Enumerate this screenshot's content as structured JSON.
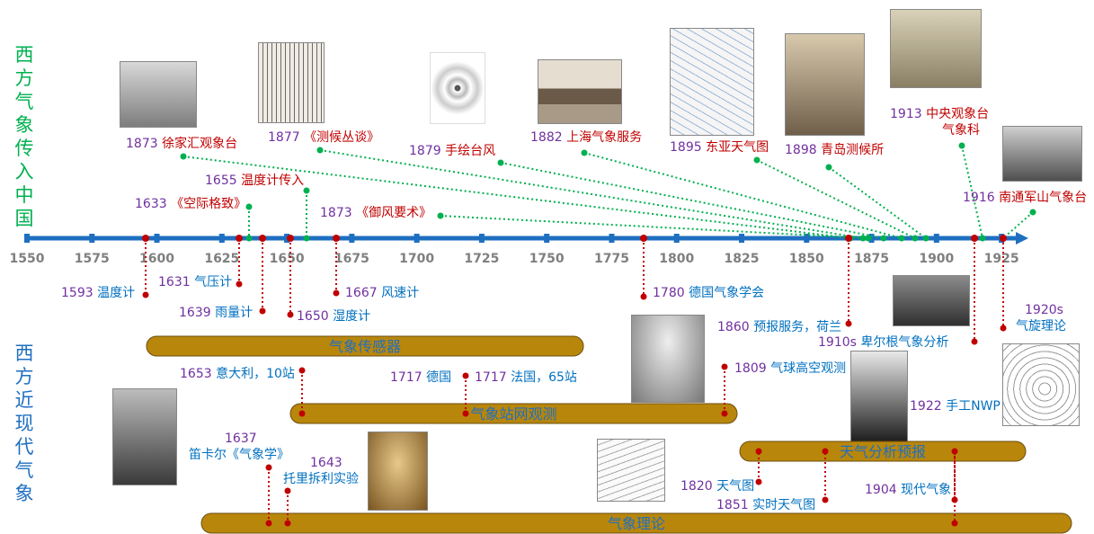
{
  "side_titles": {
    "top": "西方气象传入中国",
    "bottom": "西方近现代气象"
  },
  "axis": {
    "min": 1550,
    "max": 1930,
    "ticks": [
      1550,
      1575,
      1600,
      1625,
      1650,
      1675,
      1700,
      1725,
      1750,
      1775,
      1800,
      1825,
      1850,
      1875,
      1900,
      1925
    ],
    "color": "#1f6fc1"
  },
  "top_events": [
    {
      "year": "1873",
      "text": "徐家汇观象台"
    },
    {
      "year": "1877",
      "text": "《测候丛谈》"
    },
    {
      "year": "1879",
      "text": "手绘台风"
    },
    {
      "year": "1882",
      "text": "上海气象服务"
    },
    {
      "year": "1895",
      "text": "东亚天气图"
    },
    {
      "year": "1898",
      "text": "青岛测候所"
    },
    {
      "year": "1913",
      "text": "中央观象台\n气象科"
    },
    {
      "year": "1916",
      "text": "南通军山气象台"
    },
    {
      "year": "1633",
      "text": "《空际格致》"
    },
    {
      "year": "1655",
      "text": "温度计传入"
    },
    {
      "year": "1873",
      "text": "《御风要术》"
    }
  ],
  "instrument_events": [
    {
      "year": "1593",
      "text": "温度计"
    },
    {
      "year": "1631",
      "text": "气压计"
    },
    {
      "year": "1639",
      "text": "雨量计"
    },
    {
      "year": "1650",
      "text": "湿度计"
    },
    {
      "year": "1667",
      "text": "风速计"
    },
    {
      "year": "1780",
      "text": "德国气象学会"
    },
    {
      "year": "1860",
      "text": "预报服务，荷兰"
    },
    {
      "year": "1910s",
      "text": "卑尔根气象分析"
    },
    {
      "year": "1920s",
      "text": "气旋理论"
    }
  ],
  "bands": [
    {
      "label": "气象传感器"
    },
    {
      "label": "气象站网观测"
    },
    {
      "label": "天气分析预报"
    },
    {
      "label": "气象理论"
    }
  ],
  "station_events": [
    {
      "year": "1653",
      "text": "意大利，10站"
    },
    {
      "year": "1717",
      "text": "德国"
    },
    {
      "year": "1717",
      "text": "法国，65站"
    },
    {
      "year": "1809",
      "text": "气球高空观测"
    }
  ],
  "analysis_events": [
    {
      "year": "1922",
      "text": "手工NWP"
    },
    {
      "year": "1820",
      "text": "天气图"
    },
    {
      "year": "1851",
      "text": "实时天气图"
    },
    {
      "year": "1904",
      "text": "现代气象"
    }
  ],
  "theory_events": [
    {
      "year": "1637",
      "text": "笛卡尔《气象学》"
    },
    {
      "year": "1643",
      "text": "托里拆利实验"
    }
  ],
  "colors": {
    "year": "#7030a0",
    "event_red": "#c00000",
    "event_blue": "#0070c0",
    "green": "#00b050",
    "band": "#b8860b"
  }
}
